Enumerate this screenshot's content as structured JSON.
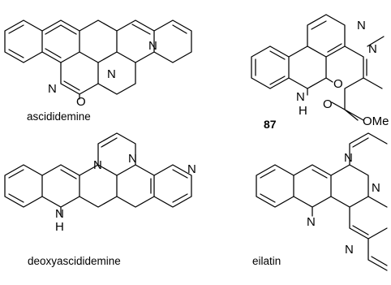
{
  "compounds": [
    {
      "name": "ascididemine",
      "atom_labels": [
        "N",
        "N",
        "N",
        "O"
      ]
    },
    {
      "name": "87",
      "atom_labels": [
        "N",
        "N",
        "N",
        "H",
        "O",
        "O",
        "OMe"
      ]
    },
    {
      "name": "deoxyascididemine",
      "atom_labels": [
        "N",
        "N",
        "N",
        "H"
      ]
    },
    {
      "name": "eilatin",
      "atom_labels": [
        "N",
        "N",
        "N",
        "N"
      ]
    }
  ]
}
